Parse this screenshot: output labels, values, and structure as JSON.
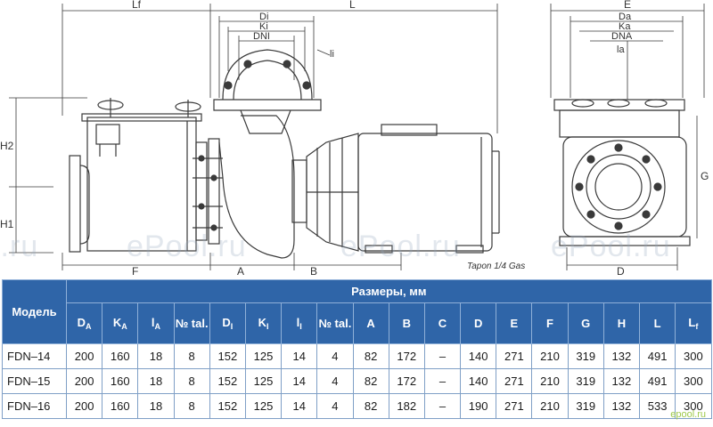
{
  "drawing": {
    "top_labels": {
      "lf": "Lf",
      "l": "L",
      "e": "E"
    },
    "flange_left": {
      "di": "Di",
      "ki": "Ki",
      "dni": "DNI",
      "li": "li"
    },
    "flange_right": {
      "da": "Da",
      "ka": "Ka",
      "dna": "DNA",
      "la": "la"
    },
    "side_labels": {
      "h2": "H2",
      "h1": "H1",
      "g": "G"
    },
    "bottom_labels": {
      "f": "F",
      "a": "A",
      "b": "B",
      "d": "D"
    },
    "tapon_note": "Tapon 1/4 Gas",
    "watermarks": [
      "l.ru",
      "ePool.ru",
      "ePool.ru",
      "ePool.ru"
    ],
    "logo": "epool.ru"
  },
  "table": {
    "model_header": "Модель",
    "group_header": "Размеры, мм",
    "columns": [
      {
        "main": "D",
        "sub": "A"
      },
      {
        "main": "K",
        "sub": "A"
      },
      {
        "main": "l",
        "sub": "A"
      },
      {
        "main": "№ tal.",
        "sub": ""
      },
      {
        "main": "D",
        "sub": "I"
      },
      {
        "main": "K",
        "sub": "I"
      },
      {
        "main": "l",
        "sub": "I"
      },
      {
        "main": "№ tal.",
        "sub": ""
      },
      {
        "main": "A",
        "sub": ""
      },
      {
        "main": "B",
        "sub": ""
      },
      {
        "main": "C",
        "sub": ""
      },
      {
        "main": "D",
        "sub": ""
      },
      {
        "main": "E",
        "sub": ""
      },
      {
        "main": "F",
        "sub": ""
      },
      {
        "main": "G",
        "sub": ""
      },
      {
        "main": "H",
        "sub": ""
      },
      {
        "main": "L",
        "sub": ""
      },
      {
        "main": "L",
        "sub": "f"
      }
    ],
    "rows": [
      {
        "model": "FDN–14",
        "values": [
          "200",
          "160",
          "18",
          "8",
          "152",
          "125",
          "14",
          "4",
          "82",
          "172",
          "–",
          "140",
          "271",
          "210",
          "319",
          "132",
          "491",
          "300"
        ]
      },
      {
        "model": "FDN–15",
        "values": [
          "200",
          "160",
          "18",
          "8",
          "152",
          "125",
          "14",
          "4",
          "82",
          "172",
          "–",
          "140",
          "271",
          "210",
          "319",
          "132",
          "491",
          "300"
        ]
      },
      {
        "model": "FDN–16",
        "values": [
          "200",
          "160",
          "18",
          "8",
          "152",
          "125",
          "14",
          "4",
          "82",
          "182",
          "–",
          "190",
          "271",
          "210",
          "319",
          "132",
          "533",
          "300"
        ]
      }
    ]
  },
  "colors": {
    "header_bg": "#2f65a8",
    "grid": "#7f9fc6",
    "ink": "#3a3a3a"
  }
}
